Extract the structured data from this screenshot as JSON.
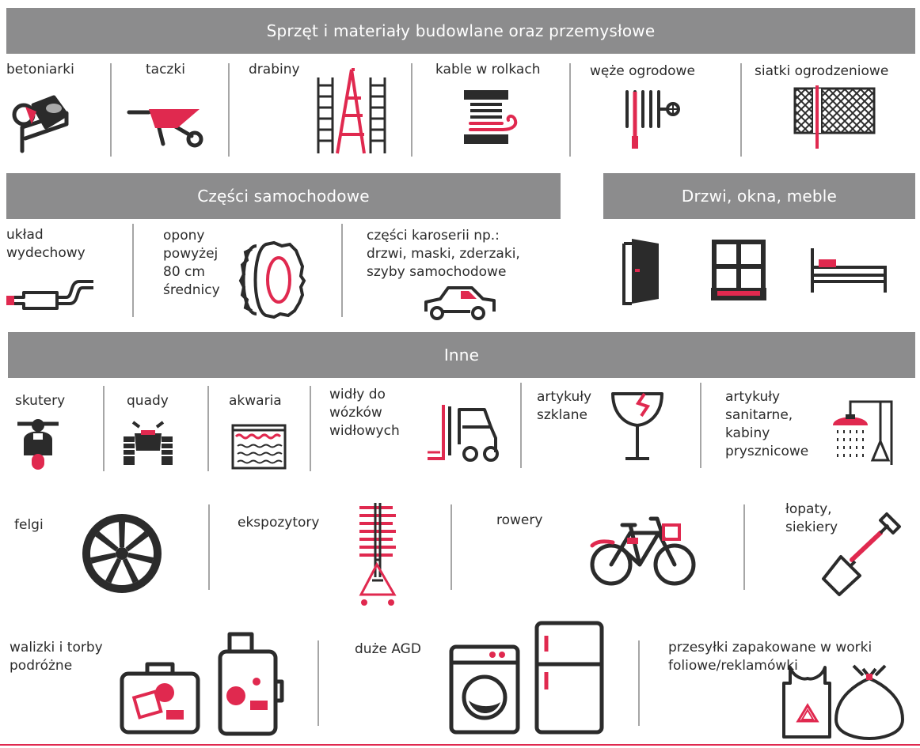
{
  "colors": {
    "accent": "#e0294f",
    "ink": "#2b2b2b",
    "bar": "#8c8c8d",
    "separator": "#a6a6a6"
  },
  "sections": {
    "construction": {
      "title": "Sprzęt i materiały budowlane oraz przemysłowe",
      "items": [
        {
          "label": "betoniarki",
          "icon": "concrete-mixer-icon"
        },
        {
          "label": "taczki",
          "icon": "wheelbarrow-icon"
        },
        {
          "label": "drabiny",
          "icon": "ladder-icon"
        },
        {
          "label": "kable w rolkach",
          "icon": "cable-reel-icon"
        },
        {
          "label": "węże ogrodowe",
          "icon": "garden-hose-icon"
        },
        {
          "label": "siatki ogrodzeniowe",
          "icon": "fence-mesh-icon"
        }
      ]
    },
    "car_parts": {
      "title": "Części samochodowe",
      "items": [
        {
          "label_lines": [
            "układ",
            "wydechowy"
          ],
          "icon": "exhaust-system-icon"
        },
        {
          "label_lines": [
            "opony",
            "powyżej",
            "80 cm",
            "średnicy"
          ],
          "icon": "tire-icon"
        },
        {
          "label_lines": [
            "części karoserii np.:",
            "drzwi, maski, zderzaki,",
            "szyby samochodowe"
          ],
          "icon": "car-icon"
        }
      ]
    },
    "doors": {
      "title": "Drzwi, okna, meble",
      "icons": [
        "door-icon",
        "window-icon",
        "bed-icon"
      ]
    },
    "other": {
      "title": "Inne",
      "row1": [
        {
          "label_lines": [
            "skutery"
          ],
          "icon": "scooter-icon"
        },
        {
          "label_lines": [
            "quady"
          ],
          "icon": "quad-icon"
        },
        {
          "label_lines": [
            "akwaria"
          ],
          "icon": "aquarium-icon"
        },
        {
          "label_lines": [
            "widły do",
            "wózków",
            "widłowych"
          ],
          "icon": "forklift-icon"
        },
        {
          "label_lines": [
            "artykuły",
            "szklane"
          ],
          "icon": "broken-glass-icon"
        },
        {
          "label_lines": [
            "artykuły",
            "sanitarne,",
            "kabiny",
            "prysznicowe"
          ],
          "icon": "shower-icon"
        }
      ],
      "row2": [
        {
          "label_lines": [
            "felgi"
          ],
          "icon": "rim-icon"
        },
        {
          "label_lines": [
            "ekspozytory"
          ],
          "icon": "display-rack-icon"
        },
        {
          "label_lines": [
            "rowery"
          ],
          "icon": "bicycle-icon"
        },
        {
          "label_lines": [
            "łopaty,",
            "siekiery"
          ],
          "icon": "shovel-icon"
        }
      ],
      "row3": [
        {
          "label_lines": [
            "walizki i torby",
            "podróżne"
          ],
          "icon": "suitcase-icon"
        },
        {
          "label_lines": [
            "duże AGD"
          ],
          "icon": "appliances-icon"
        },
        {
          "label_lines": [
            "przesyłki zapakowane w worki",
            "foliowe/reklamówki"
          ],
          "icon": "plastic-bag-icon"
        }
      ]
    }
  }
}
